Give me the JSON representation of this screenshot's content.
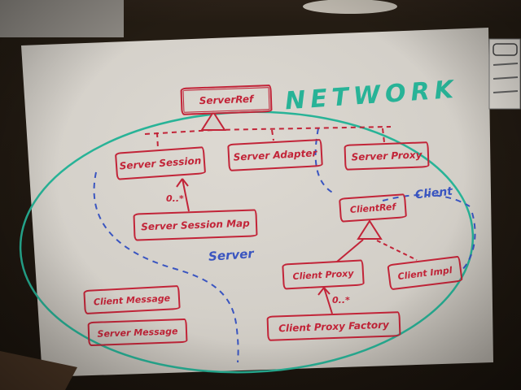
{
  "scene": {
    "description": "Photograph of a whiteboard with a hand-drawn UML class diagram in red marker, region boundaries in blue dashed marker, and a large teal oval labelled NETWORK"
  },
  "network_label": "NETWORK",
  "regions": {
    "server": "Server",
    "client": "Client"
  },
  "nodes": {
    "server_ref": "ServerRef",
    "server_session": "Server Session",
    "server_adapter": "Server Adapter",
    "server_proxy": "Server Proxy",
    "server_session_map": "Server Session Map",
    "client_ref": "ClientRef",
    "client_proxy": "Client Proxy",
    "client_impl": "Client Impl",
    "client_proxy_factory": "Client Proxy Factory",
    "client_message": "Client Message",
    "server_message": "Server Message"
  },
  "multiplicities": {
    "session_map": "0..*",
    "proxy_factory": "0..*"
  },
  "edges": [
    {
      "from": "Server Session",
      "to": "ServerRef",
      "type": "inheritance-dashed"
    },
    {
      "from": "Server Adapter",
      "to": "ServerRef",
      "type": "inheritance-dashed"
    },
    {
      "from": "Server Proxy",
      "to": "ServerRef",
      "type": "inheritance-dashed"
    },
    {
      "from": "Server Session Map",
      "to": "Server Session",
      "type": "association",
      "label": "0..*"
    },
    {
      "from": "Client Proxy",
      "to": "ClientRef",
      "type": "inheritance"
    },
    {
      "from": "Client Impl",
      "to": "ClientRef",
      "type": "inheritance-dashed"
    },
    {
      "from": "Client Proxy Factory",
      "to": "Client Proxy",
      "type": "association",
      "label": "0..*"
    }
  ],
  "colors": {
    "marker_red": "#c22438",
    "marker_blue": "#3a55c0",
    "marker_teal": "#28b397",
    "whiteboard": "#d7d3cc"
  }
}
